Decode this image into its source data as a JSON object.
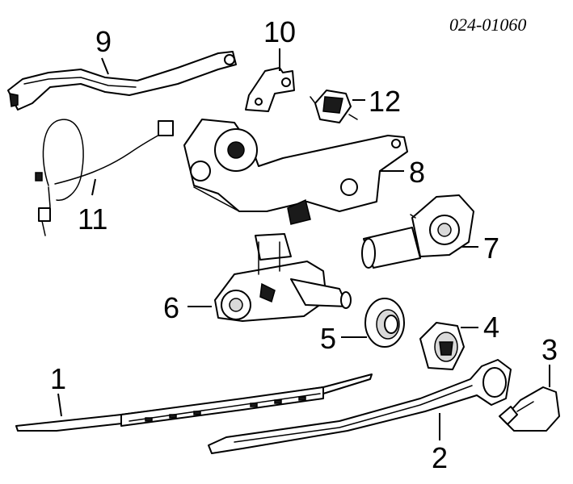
{
  "reference": "024-01060",
  "callouts": [
    "1",
    "2",
    "3",
    "4",
    "5",
    "6",
    "7",
    "8",
    "9",
    "10",
    "11",
    "12"
  ]
}
